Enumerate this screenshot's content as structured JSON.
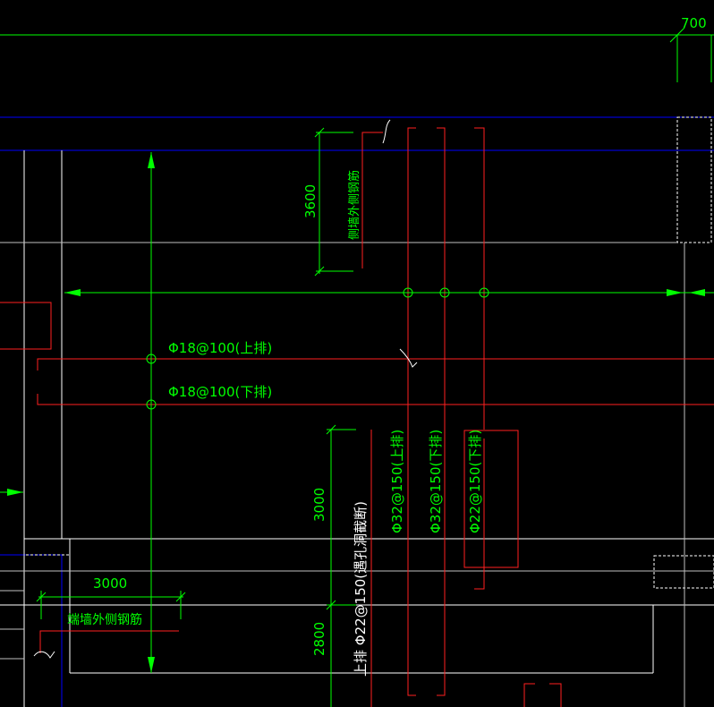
{
  "colors": {
    "background": "#000000",
    "dimension": "#00ff00",
    "wall_outline": "#ffffff",
    "rebar": "#ff2020",
    "axis_blue": "#0000ff",
    "grid_gray": "#c8c8c8"
  },
  "dimensions": {
    "top_right": "700",
    "vertical_upper": "3600",
    "vertical_middle": "3000",
    "vertical_lower": "2800",
    "horizontal_bottom_left": "3000"
  },
  "rebar_labels": {
    "side_wall_outer": "侧墙外侧钢筋",
    "end_wall_outer": "端墙外侧钢筋",
    "top_row_18": "Φ18@100(上排)",
    "bottom_row_18": "Φ18@100(下排)",
    "top_row_32": "Φ32@150(上排)",
    "bottom_row_32": "Φ32@150(下排)",
    "bottom_row_22": "Φ22@150(下排)",
    "upper_22_opening": "上排 Φ22@150(遇孔洞截断)"
  }
}
